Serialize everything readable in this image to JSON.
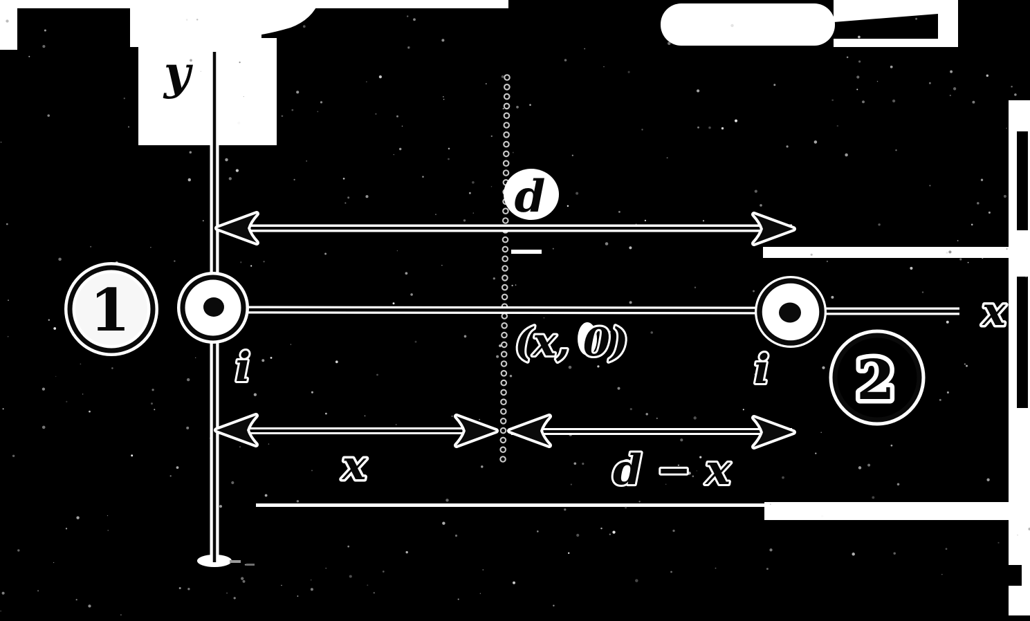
{
  "figure": {
    "y_axis_label": "y",
    "x_axis_label": "x",
    "left_wire_badge": "1",
    "right_wire_badge": "2",
    "left_current_label": "i",
    "right_current_label": "i",
    "top_dimension_label": "d",
    "bottom_left_dimension_label": "x",
    "bottom_right_dimension_label": "d − x",
    "point_label": "(x, 0)"
  },
  "colors": {
    "background": "#000000",
    "ink": "#0a0a0a",
    "paper": "#ffffff"
  }
}
